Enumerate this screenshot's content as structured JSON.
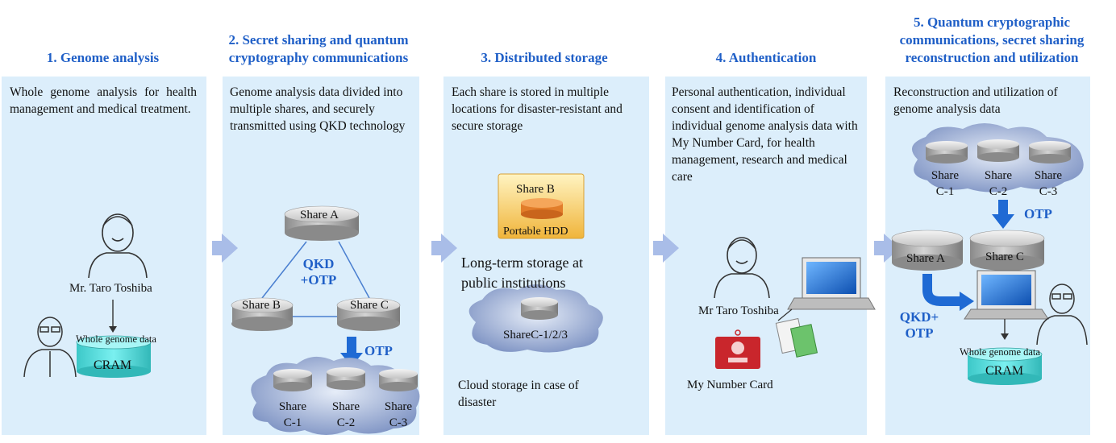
{
  "steps": [
    {
      "title": "1. Genome analysis",
      "desc": "Whole genome analysis for health management and medical treatment."
    },
    {
      "title": "2. Secret sharing and quantum cryptography communications",
      "desc": "Genome analysis data divided into multiple shares, and securely transmitted using QKD technology"
    },
    {
      "title": "3. Distributed storage",
      "desc": "Each share is stored in multiple locations for disaster-resistant and secure storage"
    },
    {
      "title": "4. Authentication",
      "desc": "Personal authentication, individual consent and identification of individual genome analysis data with My Number Card, for health management, research and medical care"
    },
    {
      "title": "5. Quantum cryptographic communications, secret sharing reconstruction and utilization",
      "desc": "Reconstruction and utilization of genome analysis data"
    }
  ],
  "panel1": {
    "person": "Mr. Taro Toshiba",
    "data_label": "Whole genome data",
    "db": "CRAM"
  },
  "panel2": {
    "share_a": "Share A",
    "share_b": "Share B",
    "share_c": "Share C",
    "qkd": "QKD +OTP",
    "otp": "OTP",
    "c1": "Share C-1",
    "c2": "Share C-2",
    "c3": "Share C-3"
  },
  "panel3": {
    "hdd_share": "Share B",
    "hdd": "Portable HDD",
    "long_term": "Long-term storage at public institutions",
    "cloud_share": "ShareC-1/2/3",
    "cloud": "Cloud storage in case of disaster"
  },
  "panel4": {
    "person": "Mr Taro Toshiba",
    "card": "My Number Card"
  },
  "panel5": {
    "c1": "Share C-1",
    "c2": "Share C-2",
    "c3": "Share C-3",
    "otp": "OTP",
    "share_a": "Share A",
    "share_c": "Share C",
    "qkd": "QKD+ OTP",
    "data_label": "Whole genome data",
    "db": "CRAM"
  },
  "colors": {
    "title": "#1f5fc7",
    "panel": "#dceefb",
    "arrow": "#a9bde8",
    "cram": "#55e0e0"
  }
}
